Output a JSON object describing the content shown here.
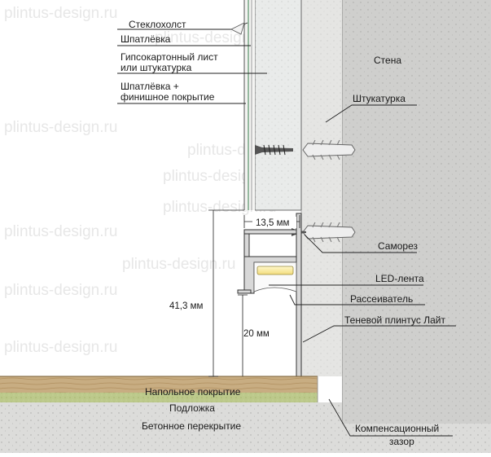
{
  "watermark": "plintus-design.ru",
  "labels": {
    "glass_cloth": "Стеклохолст",
    "putty": "Шпатлёвка",
    "drywall_line1": "Гипсокартонный лист",
    "drywall_line2": "или штукатурка",
    "putty_finish_line1": "Шпатлёвка +",
    "putty_finish_line2": "финишное покрытие",
    "wall": "Стена",
    "plaster": "Штукатурка",
    "screw": "Саморез",
    "led_strip": "LED-лента",
    "diffuser": "Рассеиватель",
    "baseboard": "Теневой плинтус Лайт",
    "floor_covering": "Напольное покрытие",
    "underlay": "Подложка",
    "concrete_slab": "Бетонное перекрытие",
    "comp_gap_line1": "Компенсационный",
    "comp_gap_line2": "зазор"
  },
  "dimensions": {
    "depth": "13,5 мм",
    "total_height": "41,3 мм",
    "inner_height": "20 мм"
  },
  "colors": {
    "wall": "#cfcfcd",
    "plaster": "#e5e5e3",
    "drywall": "#e9ebea",
    "floor_wood": "#c8ad82",
    "underlay": "#bcc98b",
    "concrete": "#dcdcda",
    "glass_green": "#7faa8c",
    "led_glow": "#fff3b5",
    "line": "#1a1a1a"
  }
}
